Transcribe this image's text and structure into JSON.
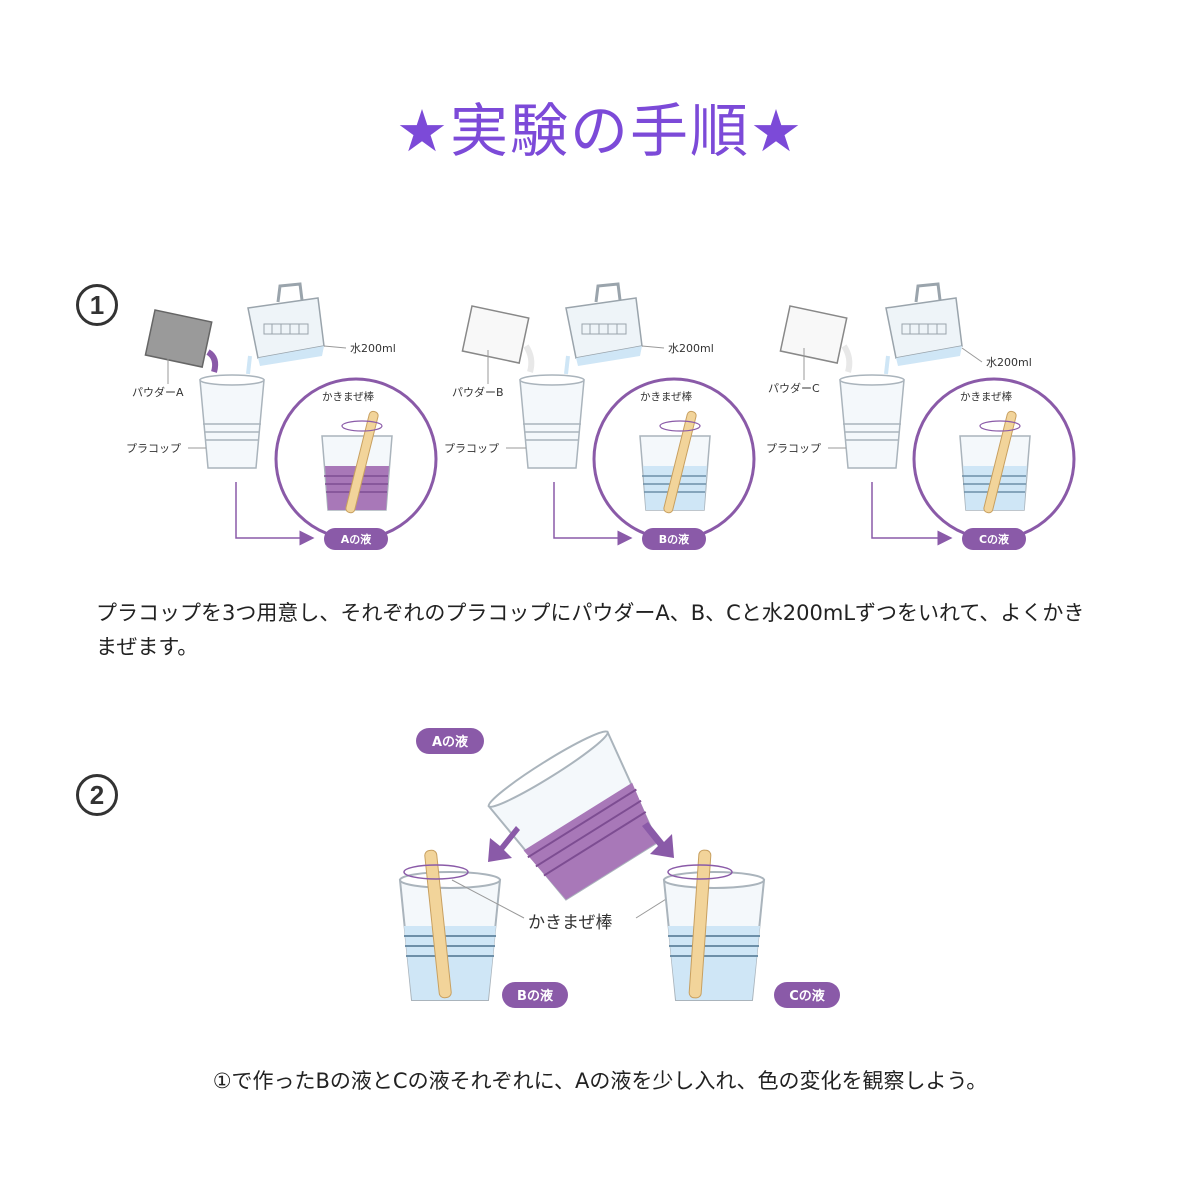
{
  "title": "★実験の手順★",
  "colors": {
    "accent": "#7c4ad8",
    "purple_label": "#8a5aa8",
    "liquid_blue": "#cfe6f6",
    "liquid_purple": "#a878b8",
    "stick": "#f2d49a"
  },
  "step1": {
    "number": "1",
    "groups": [
      {
        "powder_label": "パウダーA",
        "cup_label": "プラコップ",
        "water_label": "水200ml",
        "stir_label": "かきまぜ棒",
        "result_label": "Aの液"
      },
      {
        "powder_label": "パウダーB",
        "cup_label": "プラコップ",
        "water_label": "水200ml",
        "stir_label": "かきまぜ棒",
        "result_label": "Bの液"
      },
      {
        "powder_label": "パウダーC",
        "cup_label": "プラコップ",
        "water_label": "水200ml",
        "stir_label": "かきまぜ棒",
        "result_label": "Cの液"
      }
    ],
    "description": "プラコップを3つ用意し、それぞれのプラコップにパウダーA、B、Cと水200mLずつをいれて、よくかきまぜます。"
  },
  "step2": {
    "number": "2",
    "a_label": "Aの液",
    "b_label": "Bの液",
    "c_label": "Cの液",
    "stir_label": "かきまぜ棒",
    "description": "①で作ったBの液とCの液それぞれに、Aの液を少し入れ、色の変化を観察しよう。"
  }
}
